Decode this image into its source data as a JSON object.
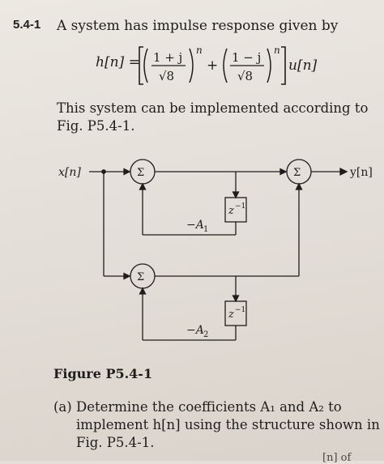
{
  "problem": {
    "number": "5.4-1",
    "statement": "A system has impulse response given by",
    "equation": {
      "lhs": "h[n] =",
      "term1_num": "1 + j",
      "term1_den": "√8",
      "plus": "+",
      "term2_num": "1 − j",
      "term2_den": "√8",
      "exponent": "n",
      "tail": "u[n]"
    },
    "implementation_line1": "This system can be implemented according to",
    "implementation_line2": "Fig. P5.4-1."
  },
  "figure": {
    "caption": "Figure P5.4-1",
    "input_label": "x[n]",
    "output_label": "y[n]",
    "sum_symbol": "Σ",
    "delay_label": "z",
    "delay_exp": "−1",
    "coef1_label": "−A",
    "coef1_sub": "1",
    "coef2_label": "−A",
    "coef2_sub": "2"
  },
  "question_a": {
    "label": "(a)",
    "line1": "Determine the coefficients A₁ and A₂ to",
    "line2": "implement h[n] using the structure shown in",
    "line3": "Fig. P5.4-1."
  },
  "footer_fragment": "[n] of"
}
